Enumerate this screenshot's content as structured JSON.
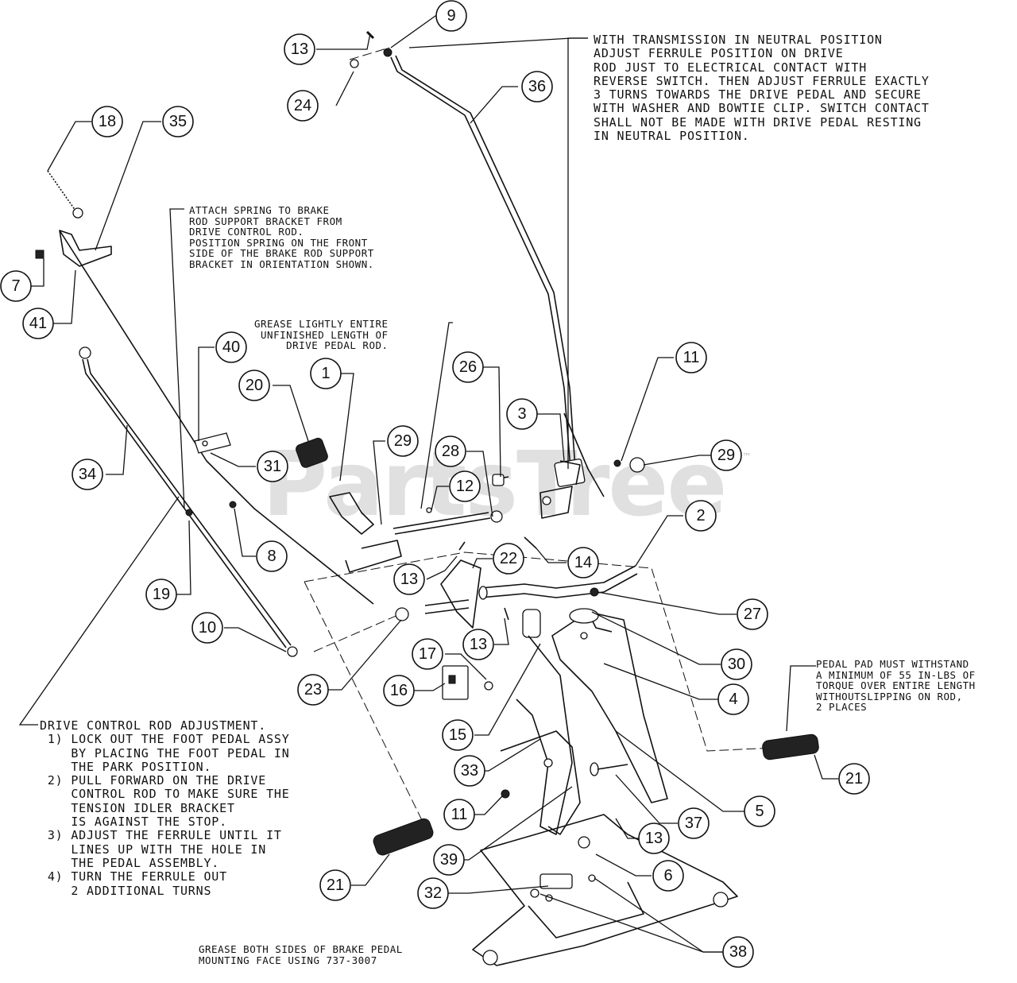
{
  "watermark": "PartsTree",
  "trademark": "™",
  "notes": {
    "ferrule": "WITH TRANSMISSION IN NEUTRAL POSITION\nADJUST FERRULE POSITION ON DRIVE\nROD JUST TO ELECTRICAL CONTACT WITH\nREVERSE SWITCH. THEN ADJUST FERRULE EXACTLY\n3 TURNS TOWARDS THE DRIVE PEDAL AND SECURE\nWITH WASHER AND BOWTIE CLIP. SWITCH CONTACT\nSHALL NOT BE MADE WITH DRIVE PEDAL RESTING\nIN NEUTRAL POSITION.",
    "spring": "ATTACH SPRING TO BRAKE\nROD SUPPORT BRACKET FROM\nDRIVE CONTROL ROD.\nPOSITION SPRING ON THE FRONT\nSIDE OF THE BRAKE ROD SUPPORT\nBRACKET IN ORIENTATION SHOWN.",
    "grease_rod": "GREASE LIGHTLY ENTIRE\n UNFINISHED LENGTH OF\n     DRIVE PEDAL ROD.",
    "pedal_pad": "PEDAL PAD MUST WITHSTAND\nA MINIMUM OF 55 IN-LBS OF\nTORQUE OVER ENTIRE LENGTH\nWITHOUTSLIPPING ON ROD,\n2 PLACES",
    "adjustment": "DRIVE CONTROL ROD ADJUSTMENT.\n 1) LOCK OUT THE FOOT PEDAL ASSY\n    BY PLACING THE FOOT PEDAL IN\n    THE PARK POSITION.\n 2) PULL FORWARD ON THE DRIVE\n    CONTROL ROD TO MAKE SURE THE\n    TENSION IDLER BRACKET\n    IS AGAINST THE STOP.\n 3) ADJUST THE FERRULE UNTIL IT\n    LINES UP WITH THE HOLE IN\n    THE PEDAL ASSEMBLY.\n 4) TURN THE FERRULE OUT\n    2 ADDITIONAL TURNS",
    "grease_brake": "GREASE BOTH SIDES OF BRAKE PEDAL\nMOUNTING FACE USING 737-3007"
  },
  "callouts": [
    "9",
    "13",
    "24",
    "36",
    "18",
    "35",
    "7",
    "41",
    "40",
    "20",
    "1",
    "29",
    "26",
    "3",
    "11",
    "29",
    "28",
    "12",
    "31",
    "34",
    "2",
    "8",
    "22",
    "14",
    "13",
    "27",
    "19",
    "10",
    "13",
    "23",
    "17",
    "30",
    "16",
    "4",
    "15",
    "21",
    "33",
    "5",
    "11",
    "37",
    "13",
    "39",
    "6",
    "32",
    "21",
    "38"
  ]
}
